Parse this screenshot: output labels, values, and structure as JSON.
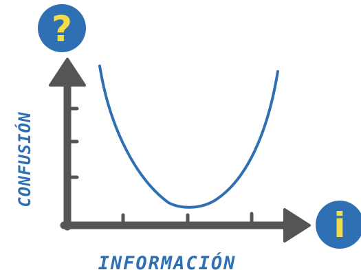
{
  "diagram": {
    "question_badge": {
      "glyph": "?",
      "icon": "question-icon"
    },
    "info_badge": {
      "glyph": "i",
      "icon": "info-icon"
    },
    "y_axis_label": "CONFUSIÓN",
    "x_axis_label": "INFORMACIÓN"
  },
  "colors": {
    "axis": "#555555",
    "curve": "#2f6fb3",
    "badge": "#2f6fb3",
    "badge_glyph": "#f1dc4a",
    "label": "#2f6fb3"
  }
}
